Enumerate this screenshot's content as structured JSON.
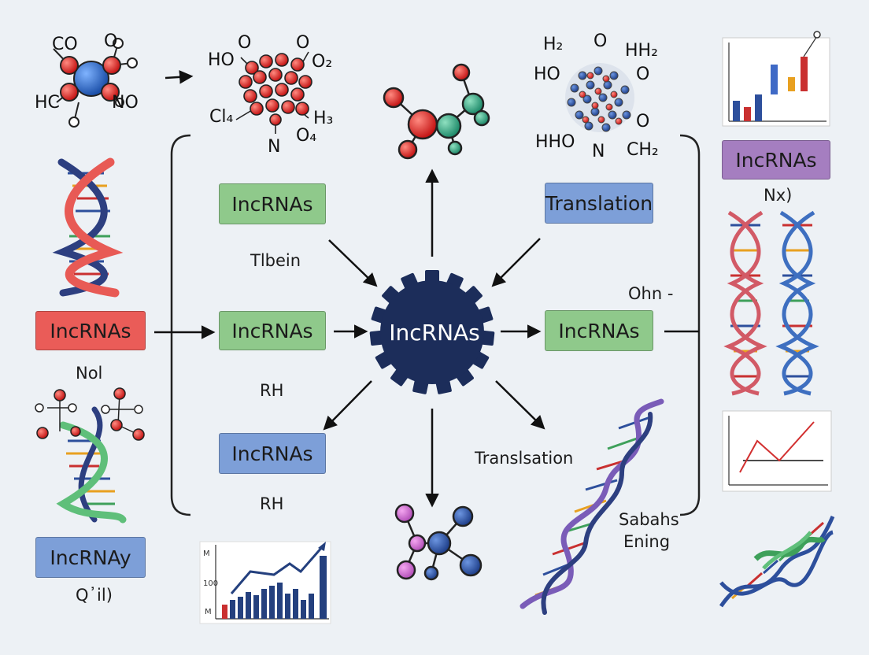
{
  "colors": {
    "background": "#edf1f5",
    "green_box": "#8fc98b",
    "red_box": "#ea5c58",
    "blue_box": "#7d9fd8",
    "purple_box": "#a57ec0",
    "hub": "#1c2d5a"
  },
  "hub": {
    "label": "IncRNAs"
  },
  "boxes": {
    "left_red": "IncRNAs",
    "left_blue": "IncRNAy",
    "center_top_green": "IncRNAs",
    "center_mid_green": "IncRNAs",
    "center_bottom_blue": "IncRNAs",
    "right_top_blue": "Translation",
    "right_mid_green": "IncRNAs",
    "far_right_purple": "IncRNAs"
  },
  "labels": {
    "nol": "Nol",
    "qil": "Q᾽il)",
    "thein": "Tlbein",
    "rh_upper": "RH",
    "rh_lower": "RH",
    "ohn": "Ohn -",
    "translsation": "Translsation",
    "sabahs": "Sabahs",
    "ening": "Ening",
    "nx": "Nx)"
  },
  "chem_labels": {
    "co": "CO",
    "o_top": "O",
    "hc": "HC",
    "no": "NO",
    "ho_mid": "HO",
    "o_mid": "O",
    "o2": "O₂",
    "cl4": "Cl₄",
    "h3": "H₃",
    "n_mid": "N",
    "o4": "O₄",
    "h2": "H₂",
    "o_right": "O",
    "hh2": "HH₂",
    "ho_right": "HO",
    "o_right2": "O",
    "hho": "HHO",
    "n_right": "N",
    "o_right3": "O",
    "ch2": "CH₂"
  },
  "icons": [
    "molecule-icon",
    "dna-helix-icon",
    "gear-icon",
    "bar-chart-icon",
    "line-chart-icon",
    "arrow-icon"
  ]
}
